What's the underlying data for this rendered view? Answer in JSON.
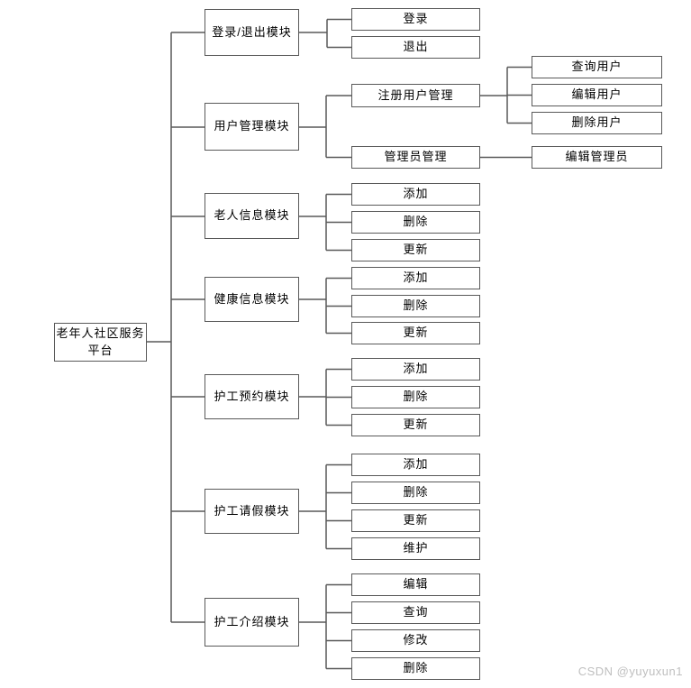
{
  "root": {
    "label": "老年人社区服务平台"
  },
  "modules": [
    {
      "label": "登录/退出模块",
      "children": [
        {
          "label": "登录"
        },
        {
          "label": "退出"
        }
      ]
    },
    {
      "label": "用户管理模块",
      "children": [
        {
          "label": "注册用户管理",
          "children": [
            {
              "label": "查询用户"
            },
            {
              "label": "编辑用户"
            },
            {
              "label": "删除用户"
            }
          ]
        },
        {
          "label": "管理员管理",
          "children": [
            {
              "label": "编辑管理员"
            }
          ]
        }
      ]
    },
    {
      "label": "老人信息模块",
      "children": [
        {
          "label": "添加"
        },
        {
          "label": "删除"
        },
        {
          "label": "更新"
        }
      ]
    },
    {
      "label": "健康信息模块",
      "children": [
        {
          "label": "添加"
        },
        {
          "label": "删除"
        },
        {
          "label": "更新"
        }
      ]
    },
    {
      "label": "护工预约模块",
      "children": [
        {
          "label": "添加"
        },
        {
          "label": "删除"
        },
        {
          "label": "更新"
        }
      ]
    },
    {
      "label": "护工请假模块",
      "children": [
        {
          "label": "添加"
        },
        {
          "label": "删除"
        },
        {
          "label": "更新"
        },
        {
          "label": "维护"
        }
      ]
    },
    {
      "label": "护工介绍模块",
      "children": [
        {
          "label": "编辑"
        },
        {
          "label": "查询"
        },
        {
          "label": "修改"
        },
        {
          "label": "删除"
        }
      ]
    }
  ],
  "watermark": {
    "text": "CSDN @yuyuxun1"
  },
  "colors": {
    "line": "#595959",
    "border": "#595959",
    "watermark": "#bfbfbf"
  }
}
